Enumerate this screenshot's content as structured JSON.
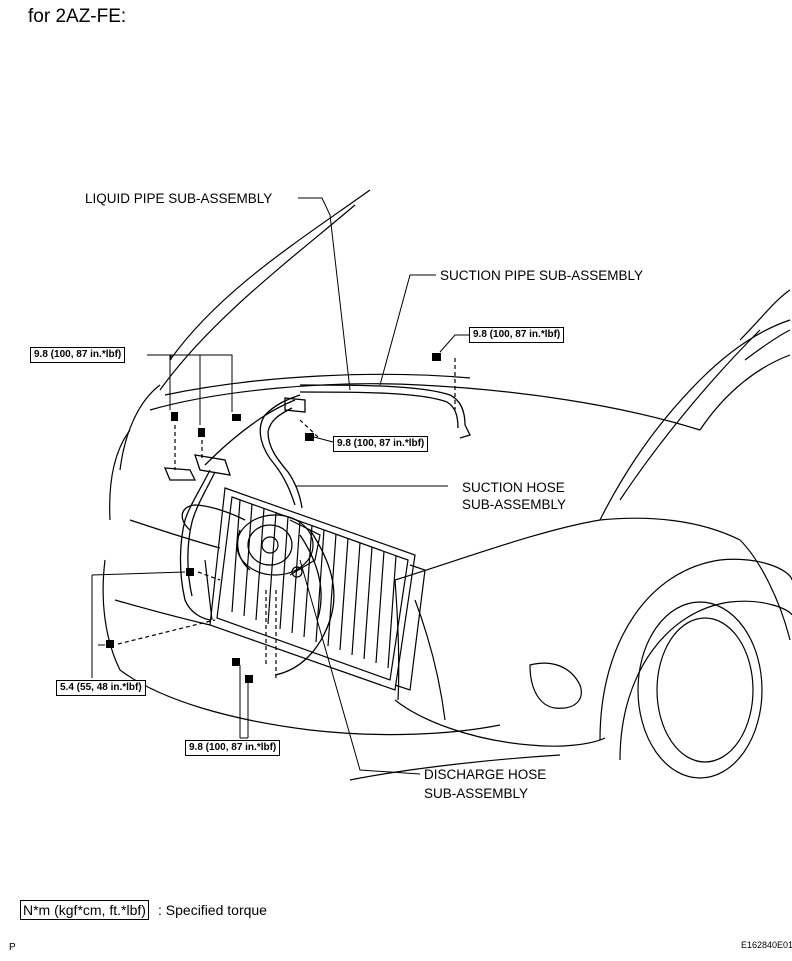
{
  "header": {
    "text": "for 2AZ-FE:"
  },
  "parts": {
    "liquid_pipe": "LIQUID PIPE SUB-ASSEMBLY",
    "suction_pipe": "SUCTION PIPE SUB-ASSEMBLY",
    "suction_hose_line1": "SUCTION HOSE",
    "suction_hose_line2": "SUB-ASSEMBLY",
    "discharge_hose_line1": "DISCHARGE HOSE",
    "discharge_hose_line2": "SUB-ASSEMBLY"
  },
  "torques": {
    "upper_right": "9.8 (100, 87 in.*lbf)",
    "upper_left": "9.8 (100, 87 in.*lbf)",
    "middle": "9.8 (100, 87 in.*lbf)",
    "lower_left": "5.4 (55, 48 in.*lbf)",
    "bottom": "9.8 (100, 87 in.*lbf)"
  },
  "legend": {
    "unit": "N*m (kgf*cm, ft.*lbf)",
    "description": ": Specified torque"
  },
  "footer": {
    "page_letter": "P",
    "figure_id": "E162840E01"
  }
}
